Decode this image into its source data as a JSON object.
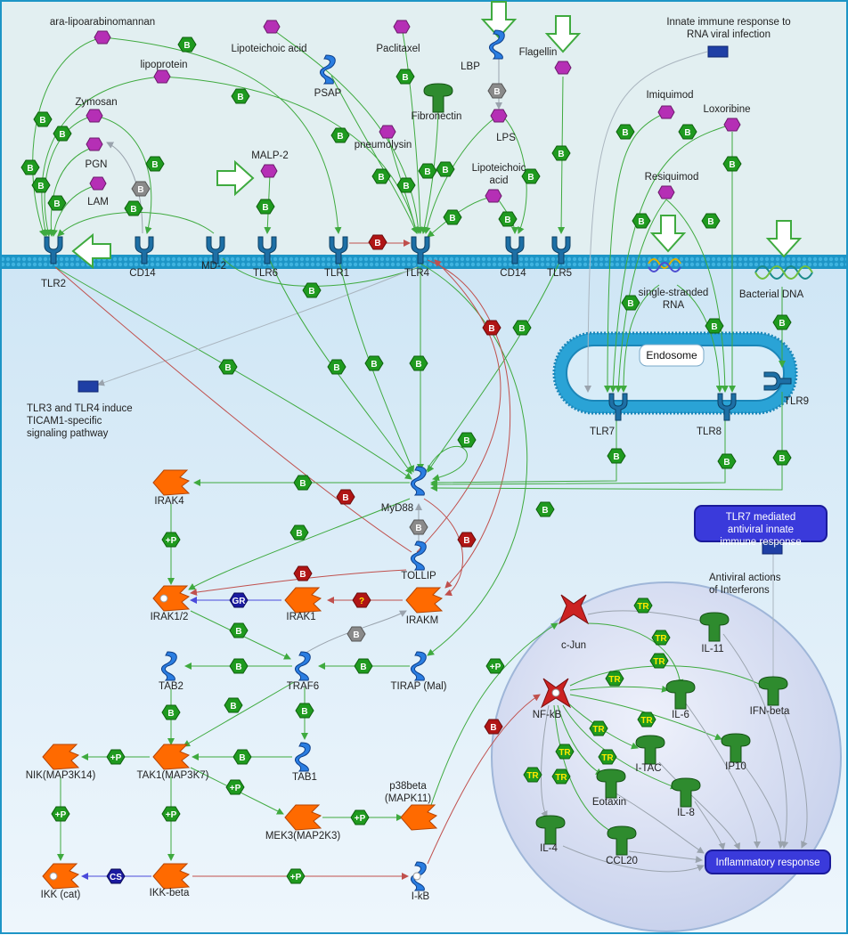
{
  "ligands": [
    {
      "id": "ara_lam",
      "label": "ara-lipoarabinomannan"
    },
    {
      "id": "lipoprotein",
      "label": "lipoprotein"
    },
    {
      "id": "zymosan",
      "label": "Zymosan"
    },
    {
      "id": "pgn",
      "label": "PGN"
    },
    {
      "id": "lam",
      "label": "LAM"
    },
    {
      "id": "lta1",
      "label": "Lipoteichoic acid"
    },
    {
      "id": "paclitaxel",
      "label": "Paclitaxel"
    },
    {
      "id": "lbp",
      "label": "LBP"
    },
    {
      "id": "flagellin",
      "label": "Flagellin"
    },
    {
      "id": "psap",
      "label": "PSAP"
    },
    {
      "id": "fibronectin",
      "label": "Fibronectin"
    },
    {
      "id": "lps",
      "label": "LPS"
    },
    {
      "id": "pneumolysin",
      "label": "pneumolysin"
    },
    {
      "id": "malp2",
      "label": "MALP-2"
    },
    {
      "id": "lta2",
      "label": "Lipoteichoic acid"
    },
    {
      "id": "imiquimod",
      "label": "Imiquimod"
    },
    {
      "id": "loxoribine",
      "label": "Loxoribine"
    },
    {
      "id": "resiquimod",
      "label": "Resiquimod"
    },
    {
      "id": "ssrna",
      "label": "single-stranded RNA"
    },
    {
      "id": "bactdna",
      "label": "Bacterial DNA"
    }
  ],
  "receptors": [
    {
      "id": "tlr2",
      "label": "TLR2"
    },
    {
      "id": "cd14a",
      "label": "CD14"
    },
    {
      "id": "md2",
      "label": "MD-2"
    },
    {
      "id": "tlr6",
      "label": "TLR6"
    },
    {
      "id": "tlr1",
      "label": "TLR1"
    },
    {
      "id": "tlr4",
      "label": "TLR4"
    },
    {
      "id": "cd14b",
      "label": "CD14"
    },
    {
      "id": "tlr5",
      "label": "TLR5"
    },
    {
      "id": "tlr7",
      "label": "TLR7"
    },
    {
      "id": "tlr8",
      "label": "TLR8"
    },
    {
      "id": "tlr9",
      "label": "TLR9"
    }
  ],
  "kinases": [
    {
      "id": "irak4",
      "label": "IRAK4"
    },
    {
      "id": "irak12",
      "label": "IRAK1/2"
    },
    {
      "id": "irak1",
      "label": "IRAK1"
    },
    {
      "id": "irakm",
      "label": "IRAKM"
    },
    {
      "id": "nik",
      "label": "NIK(MAP3K14)"
    },
    {
      "id": "tak1",
      "label": "TAK1(MAP3K7)"
    },
    {
      "id": "mek3",
      "label": "MEK3(MAP2K3)"
    },
    {
      "id": "p38",
      "label": "p38beta (MAPK11)"
    },
    {
      "id": "ikkcat",
      "label": "IKK (cat)"
    },
    {
      "id": "ikkbeta",
      "label": "IKK-beta"
    }
  ],
  "adaptors": [
    {
      "id": "myd88",
      "label": "MyD88"
    },
    {
      "id": "tollip",
      "label": "TOLLIP"
    },
    {
      "id": "tab2",
      "label": "TAB2"
    },
    {
      "id": "traf6",
      "label": "TRAF6"
    },
    {
      "id": "tirap",
      "label": "TIRAP (Mal)"
    },
    {
      "id": "tab1",
      "label": "TAB1"
    },
    {
      "id": "ikb",
      "label": "I-kB"
    }
  ],
  "transcription_factors": [
    {
      "id": "cjun",
      "label": "c-Jun"
    },
    {
      "id": "nfkb",
      "label": "NF-kB"
    }
  ],
  "products": [
    {
      "id": "il11",
      "label": "IL-11"
    },
    {
      "id": "il6",
      "label": "IL-6"
    },
    {
      "id": "ifnb",
      "label": "IFN-beta"
    },
    {
      "id": "itac",
      "label": "I-TAC"
    },
    {
      "id": "ip10",
      "label": "IP10"
    },
    {
      "id": "eotaxin",
      "label": "Eotaxin"
    },
    {
      "id": "il8",
      "label": "IL-8"
    },
    {
      "id": "il4",
      "label": "IL-4"
    },
    {
      "id": "ccl20",
      "label": "CCL20"
    }
  ],
  "processes": [
    {
      "id": "innate_rna",
      "label": "Innate immune response to RNA viral infection"
    },
    {
      "id": "ticam",
      "label": "TLR3 and TLR4 induce TICAM1-specific signaling pathway"
    },
    {
      "id": "tlr7_antiviral",
      "label": "TLR7 mediated antiviral innate immune response"
    },
    {
      "id": "antiviral_ifn",
      "label": "Antiviral actions of Interferons"
    },
    {
      "id": "inflammatory",
      "label": "Inflammatory response"
    }
  ],
  "compartments": {
    "endosome": "Endosome"
  },
  "colors": {
    "extracellular": "#dfeef1",
    "membrane": "#1d95c6",
    "cytoplasm": "#e4f0fa",
    "binding_edge": "#3faa3f",
    "inhibition_edge": "#c0504d",
    "kinase": "#ff6a00",
    "receptor": "#1d6fa5",
    "adaptor": "#2a7de1",
    "product": "#2e8b2e",
    "ligand": "#b52fb5",
    "process_blue": "#3a3adb"
  },
  "legend_marks": {
    "binding": "B",
    "phosphorylation": "+P",
    "transcription": "TR",
    "unknown": "?",
    "group_relation": "GR",
    "cleavage": "CS"
  }
}
